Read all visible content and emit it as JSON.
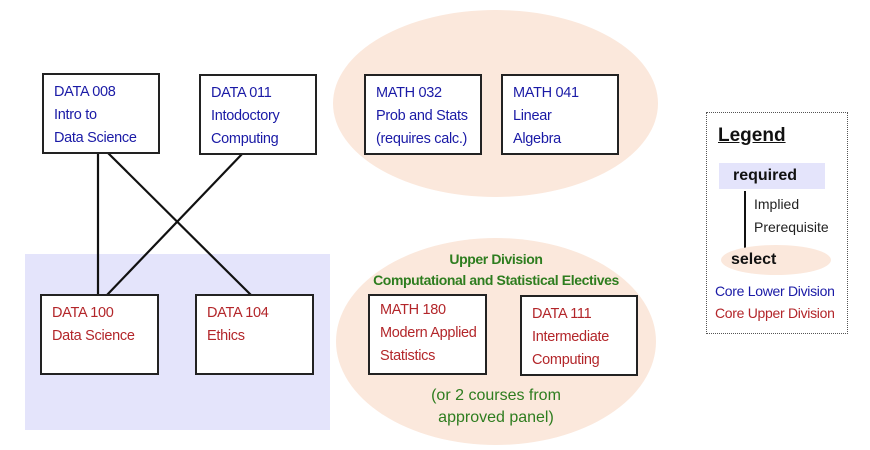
{
  "diagram": {
    "lower_courses": [
      {
        "code": "DATA 008",
        "title_lines": [
          "Intro to",
          "Data Science"
        ]
      },
      {
        "code": "DATA 011",
        "title_lines": [
          "Intodoctory",
          "Computing"
        ]
      }
    ],
    "math_courses": [
      {
        "code": "MATH 032",
        "title_lines": [
          "Prob and Stats",
          "(requires calc.)"
        ]
      },
      {
        "code": "MATH  041",
        "title_lines": [
          "Linear",
          "Algebra"
        ]
      }
    ],
    "upper_courses": [
      {
        "code": "DATA 100",
        "title_lines": [
          "Data Science"
        ]
      },
      {
        "code": "DATA 104",
        "title_lines": [
          "Ethics"
        ]
      }
    ],
    "electives": {
      "heading_line1": "Upper Division",
      "heading_line2": "Computational and Statistical Electives",
      "courses": [
        {
          "code": "MATH 180",
          "title_lines": [
            "Modern Applied",
            "Statistics"
          ]
        },
        {
          "code": "DATA 111",
          "title_lines": [
            "Intermediate",
            "Computing"
          ]
        }
      ],
      "note_line1": "(or 2 courses from",
      "note_line2": "approved panel)"
    },
    "edges": [
      [
        "DATA 008",
        "DATA 100"
      ],
      [
        "DATA 008",
        "DATA 104"
      ],
      [
        "DATA 011",
        "DATA 100"
      ]
    ]
  },
  "legend": {
    "title": "Legend",
    "required": "required",
    "implied_line1": "Implied",
    "implied_line2": "Prerequisite",
    "select": "select",
    "core_lower": "Core Lower Division",
    "core_upper": "Core Upper Division"
  },
  "colors": {
    "lower_division": "#1a1aa6",
    "upper_division": "#b3262a",
    "electives_heading": "#2e7d1f",
    "required_fill": "#e4e4fb",
    "select_fill": "#fbe8dc"
  }
}
